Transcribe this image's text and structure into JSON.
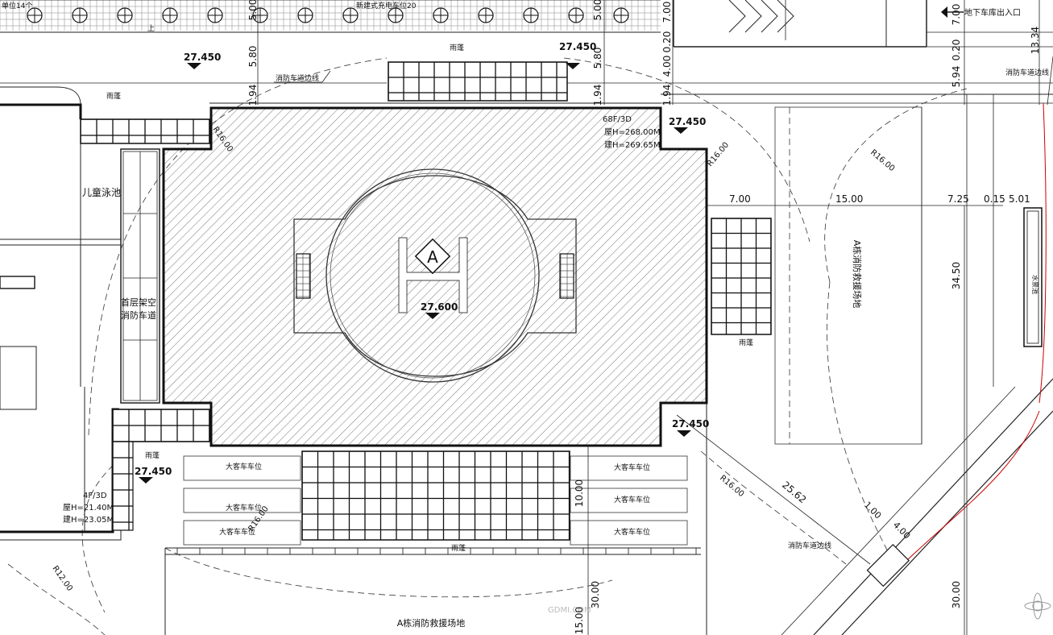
{
  "labels": {
    "top_left_fragment": "单位14个",
    "top_center_fragment": "新建式充电车位20",
    "arrow_up_mark": "上",
    "underground_entrance": "地下车库出入口",
    "fire_lane_top": "消防车道边线",
    "fire_lane_right": "消防车道边线",
    "fire_lane_bottom": "消防车道边线",
    "canopy_top": "雨蓬",
    "canopy_left_top": "雨蓬",
    "canopy_right": "雨蓬",
    "canopy_left_bottom": "雨蓬",
    "canopy_bottom": "雨蓬",
    "kids_pool": "儿童泳池",
    "ground_open_line1": "首层架空",
    "ground_open_line2": "消防车道",
    "rescue_site_right": "A栋消防救援场地",
    "rescue_site_bottom": "A栋消防救援场地",
    "water_feature": "水景池",
    "bus_parking": [
      "大客车车位",
      "大客车车位",
      "大客车车位",
      "大客车车位",
      "大客车车位",
      "大客车车位"
    ],
    "tower_info": [
      "68F/3D",
      "屋H=268.00M",
      "建H=269.65M"
    ],
    "podium_info": [
      "4F/3D",
      "屋H=21.40M",
      "建H=23.05M"
    ],
    "building_tag": "A",
    "watermark": "GDMI.COM"
  },
  "elevations": {
    "top_left": "27.450",
    "top_center": "27.450",
    "right_top": "27.450",
    "helipad": "27.600",
    "right_bottom": "27.450",
    "left_bottom": "27.450"
  },
  "dimensions": {
    "top_580_left": "5.80",
    "top_580_right": "5.80",
    "top_500_left": "5.00",
    "top_500_right": "5.00",
    "top_194_a": "1.94",
    "top_194_b": "1.94",
    "top_194_c": "1.94",
    "top_700": "7.00",
    "top_020": "0.20",
    "top_400": "4.00",
    "right_700_top": "7.00",
    "right_020": "0.20",
    "right_594": "5.94",
    "right_1334": "13.34",
    "h_700": "7.00",
    "h_1500": "15.00",
    "h_725": "7.25",
    "h_015": "0.15",
    "h_501": "5.01",
    "v_3450": "34.50",
    "v_1000": "10.00",
    "v_1500": "15.00",
    "v_3000_a": "30.00",
    "v_3000_b": "30.00",
    "diag_2562": "25.62",
    "diag_100": "1.00",
    "diag_400": "4.00",
    "r1600_a": "R16.00",
    "r1600_b": "R16.00",
    "r1600_c": "R16.00",
    "r1600_d": "R16.00",
    "r1600_e": "R16.00",
    "r1200": "R12.00"
  }
}
